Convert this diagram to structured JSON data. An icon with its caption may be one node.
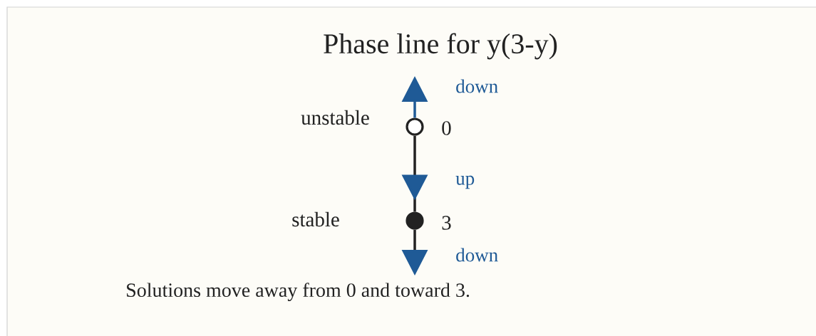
{
  "diagram": {
    "title": "Phase line for y(3-y)",
    "caption": "Solutions move away from 0 and toward 3.",
    "nodes": [
      {
        "text": [],
        "shape": "circle",
        "beside": [
          "unstable",
          "0"
        ]
      },
      {
        "text": [],
        "shape": "circle",
        "beside": [
          "stable",
          "3"
        ]
      }
    ],
    "edges": [
      {
        "from": 0,
        "to": null,
        "arrow": "to",
        "label": "down",
        "color": "#1f5a96"
      },
      {
        "from": 0,
        "to": 1,
        "arrow": "to",
        "label": "up"
      },
      {
        "from": 1,
        "to": null,
        "arrow": "to",
        "label": "down"
      }
    ]
  }
}
